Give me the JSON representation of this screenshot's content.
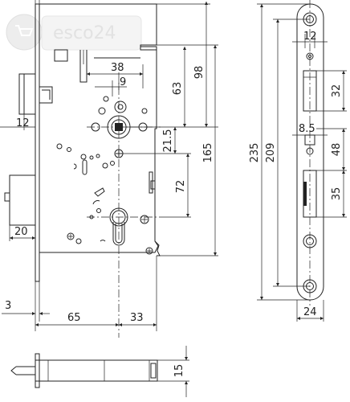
{
  "watermark": {
    "text": "esco24",
    "logo": "cart-icon"
  },
  "dimensions": {
    "faceplate_width": "12",
    "horizontal_38": "38",
    "spacing_9": "9",
    "dim_98": "98",
    "dim_63": "63",
    "dim_21_5": "21.5",
    "dim_72": "72",
    "dim_165": "165",
    "dim_20": "20",
    "dim_3": "3",
    "backset_65": "65",
    "dim_33": "33",
    "faceplate_height": "235",
    "fixing_centres": "209",
    "faceplate_top_12": "12",
    "latch_32": "32",
    "spacing_8_5": "8.5",
    "dim_48": "48",
    "bolt_35": "35",
    "faceplate_24": "24",
    "thickness_15": "15"
  }
}
